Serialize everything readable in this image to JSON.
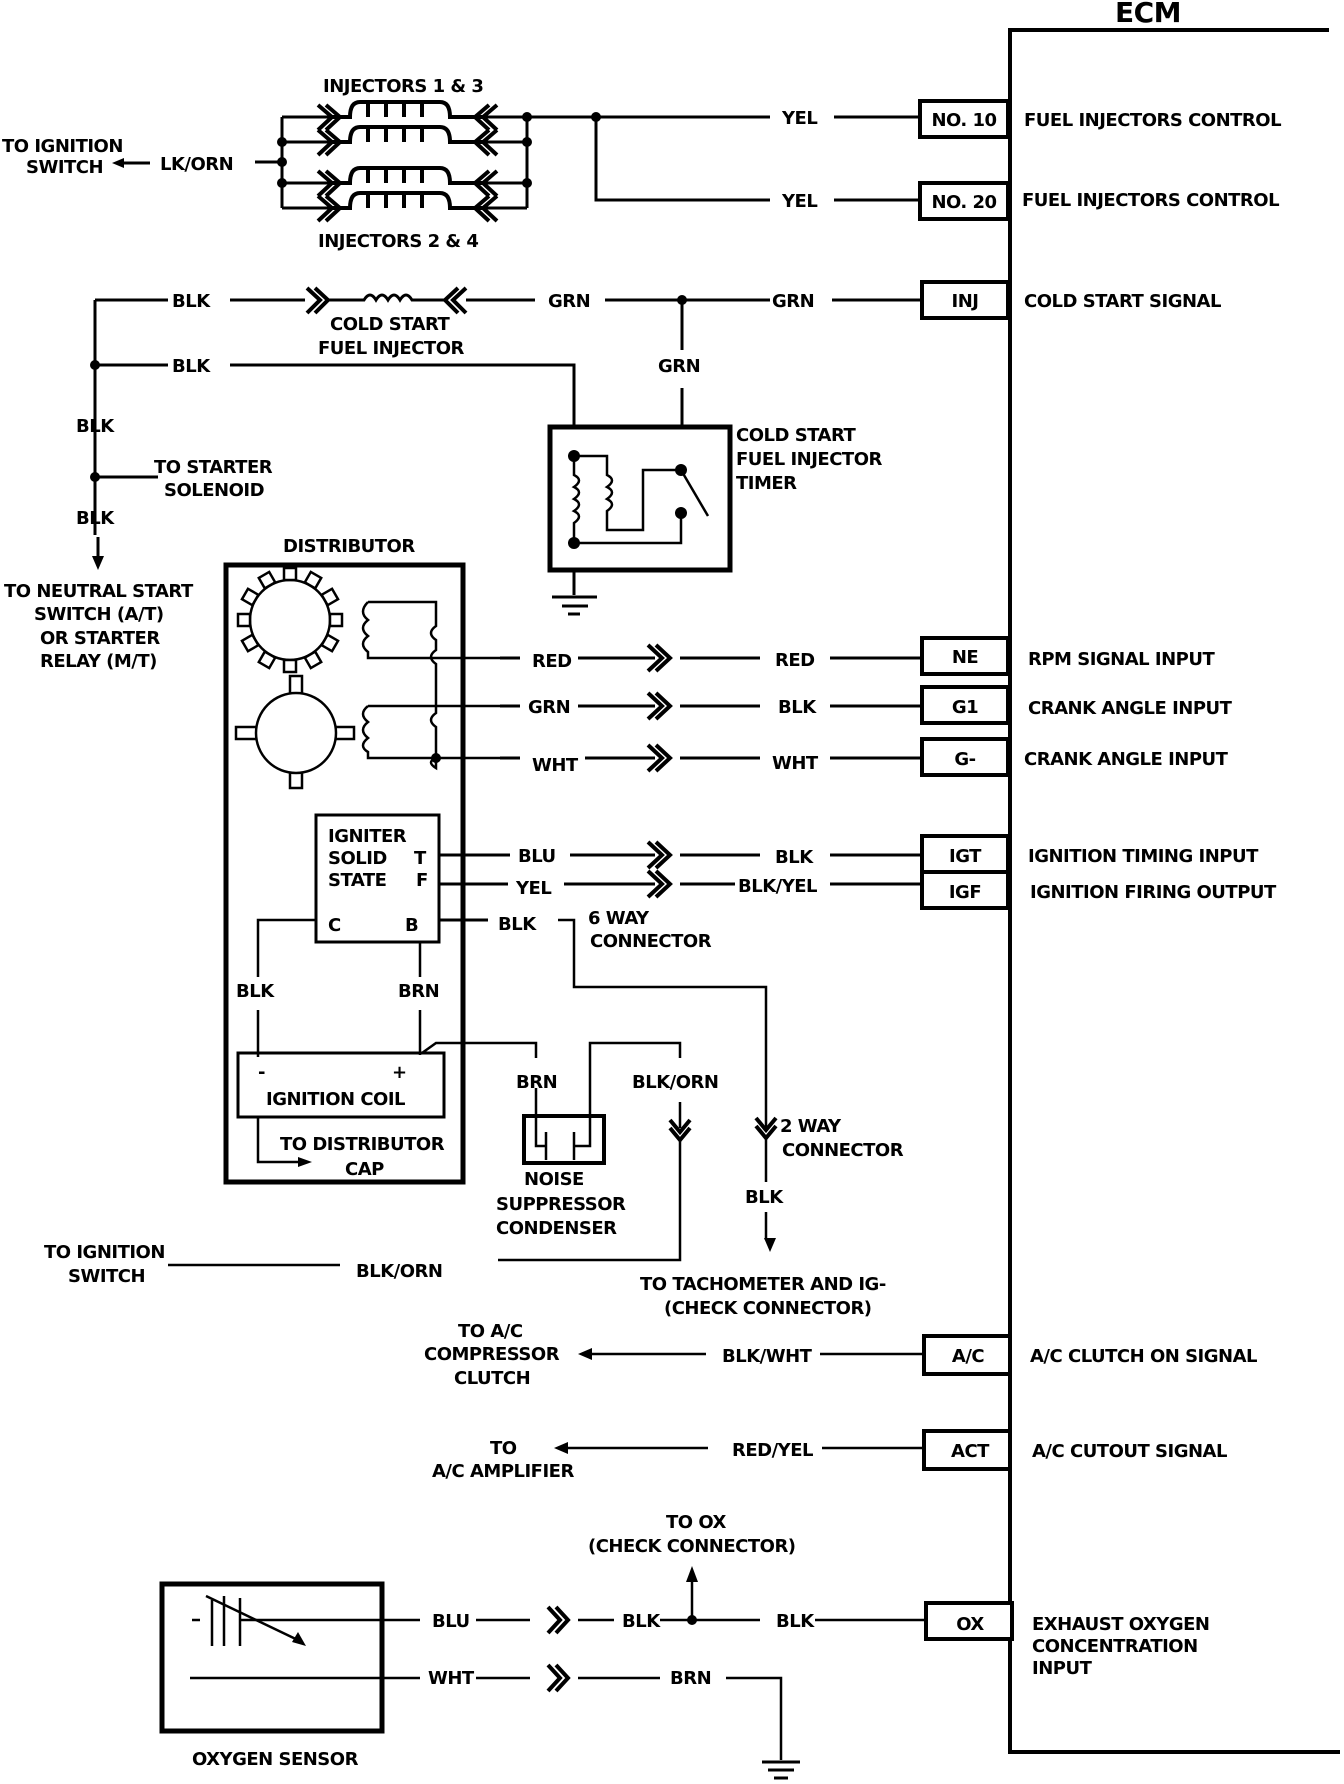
{
  "ecm": {
    "title": "ECM",
    "pins": [
      {
        "pin": "NO. 10",
        "desc": [
          "FUEL INJECTORS CONTROL"
        ]
      },
      {
        "pin": "NO. 20",
        "desc": [
          "FUEL INJECTORS CONTROL"
        ]
      },
      {
        "pin": "INJ",
        "desc": [
          "COLD START SIGNAL"
        ]
      },
      {
        "pin": "NE",
        "desc": [
          "RPM SIGNAL INPUT"
        ]
      },
      {
        "pin": "G1",
        "desc": [
          "CRANK ANGLE INPUT"
        ]
      },
      {
        "pin": "G-",
        "desc": [
          "CRANK ANGLE INPUT"
        ]
      },
      {
        "pin": "IGT",
        "desc": [
          "IGNITION TIMING INPUT"
        ]
      },
      {
        "pin": "IGF",
        "desc": [
          "IGNITION FIRING OUTPUT"
        ]
      },
      {
        "pin": "A/C",
        "desc": [
          "A/C CLUTCH ON SIGNAL"
        ]
      },
      {
        "pin": "ACT",
        "desc": [
          "A/C CUTOUT SIGNAL"
        ]
      },
      {
        "pin": "OX",
        "desc": [
          "EXHAUST OXYGEN",
          "CONCENTRATION",
          "INPUT"
        ]
      }
    ]
  },
  "components": {
    "injectors_13": "INJECTORS 1 & 3",
    "injectors_24": "INJECTORS 2 & 4",
    "ignition_switch_top": [
      "TO IGNITION",
      "SWITCH"
    ],
    "cold_start_injector": [
      "COLD START",
      "FUEL INJECTOR"
    ],
    "cold_start_timer": [
      "COLD START",
      "FUEL INJECTOR",
      "TIMER"
    ],
    "starter_solenoid": [
      "TO STARTER",
      "SOLENOID"
    ],
    "neutral_switch": [
      "TO NEUTRAL START",
      "SWITCH (A/T)",
      "OR STARTER",
      "RELAY (M/T)"
    ],
    "distributor": "DISTRIBUTOR",
    "igniter": [
      "IGNITER",
      "SOLID",
      "STATE"
    ],
    "igniter_terms": {
      "t": "T",
      "f": "F",
      "c": "C",
      "b": "B"
    },
    "ignition_coil": "IGNITION COIL",
    "coil_minus": "-",
    "coil_plus": "+",
    "dist_cap": [
      "TO DISTRIBUTOR",
      "CAP"
    ],
    "six_way": [
      "6 WAY",
      "CONNECTOR"
    ],
    "two_way": [
      "2 WAY",
      "CONNECTOR"
    ],
    "noise_suppressor": [
      "NOISE",
      "SUPPRESSOR",
      "CONDENSER"
    ],
    "ignition_switch_bottom": [
      "TO IGNITION",
      "SWITCH"
    ],
    "tachometer": [
      "TO TACHOMETER AND IG-",
      "(CHECK CONNECTOR)"
    ],
    "ac_compressor": [
      "TO A/C",
      "COMPRESSOR",
      "CLUTCH"
    ],
    "ac_amplifier": [
      "TO",
      "A/C AMPLIFIER"
    ],
    "ox_check": [
      "TO OX",
      "(CHECK CONNECTOR)"
    ],
    "oxygen_sensor": "OXYGEN SENSOR"
  },
  "wires": {
    "lk_orn": "LK/ORN",
    "yel1": "YEL",
    "yel2": "YEL",
    "blk_cs": "BLK",
    "grn_cs1": "GRN",
    "grn_cs2": "GRN",
    "grn_v": "GRN",
    "blk_timer": "BLK",
    "blk_v1": "BLK",
    "blk_v2": "BLK",
    "red_l": "RED",
    "red_r": "RED",
    "grn_l": "GRN",
    "blk_g1": "BLK",
    "wht_l": "WHT",
    "wht_r": "WHT",
    "blu_l": "BLU",
    "blk_igt": "BLK",
    "yel_l": "YEL",
    "blkyel": "BLK/YEL",
    "blk_b": "BLK",
    "blk_c": "BLK",
    "brn_coil": "BRN",
    "brn_cond": "BRN",
    "blkorn_v": "BLK/ORN",
    "blk_tach": "BLK",
    "blkorn_h": "BLK/ORN",
    "blkwht": "BLK/WHT",
    "redyel": "RED/YEL",
    "blu_ox": "BLU",
    "blk_ox1": "BLK",
    "blk_ox2": "BLK",
    "wht_ox": "WHT",
    "brn_ox": "BRN"
  }
}
